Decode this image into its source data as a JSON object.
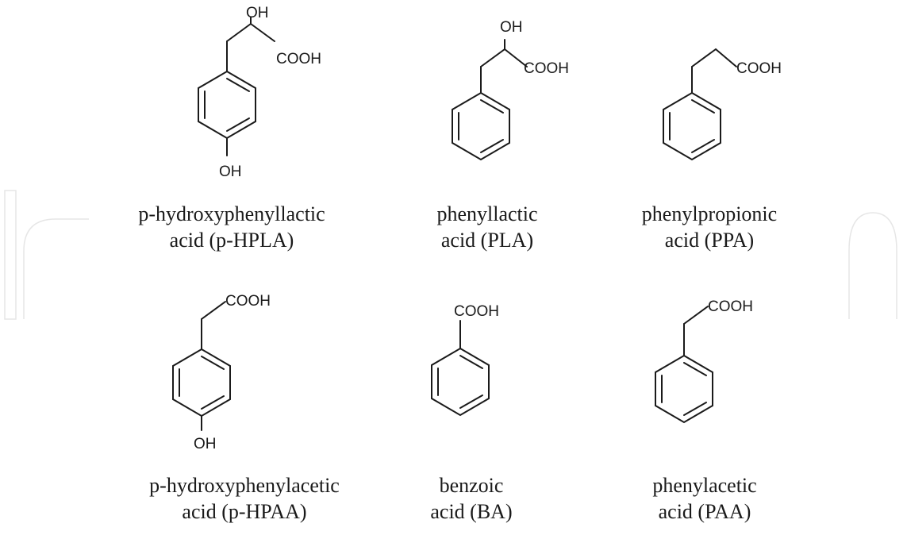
{
  "compounds": [
    {
      "key": "phpla",
      "name_line1": "p-hydroxyphenyllactic",
      "name_line2": "acid (p-HPLA)",
      "labels": {
        "oh_top": "OH",
        "cooh": "COOH",
        "oh_ring": "OH"
      }
    },
    {
      "key": "pla",
      "name_line1": "phenyllactic",
      "name_line2": "acid (PLA)",
      "labels": {
        "oh_top": "OH",
        "cooh": "COOH"
      }
    },
    {
      "key": "ppa",
      "name_line1": "phenylpropionic",
      "name_line2": "acid (PPA)",
      "labels": {
        "cooh": "COOH"
      }
    },
    {
      "key": "phpaa",
      "name_line1": "p-hydroxyphenylacetic",
      "name_line2": "acid (p-HPAA)",
      "labels": {
        "cooh": "COOH",
        "oh_ring": "OH"
      }
    },
    {
      "key": "ba",
      "name_line1": "benzoic",
      "name_line2": "acid (BA)",
      "labels": {
        "cooh": "COOH"
      }
    },
    {
      "key": "paa",
      "name_line1": "phenylacetic",
      "name_line2": "acid (PAA)",
      "labels": {
        "cooh": "COOH"
      }
    }
  ]
}
